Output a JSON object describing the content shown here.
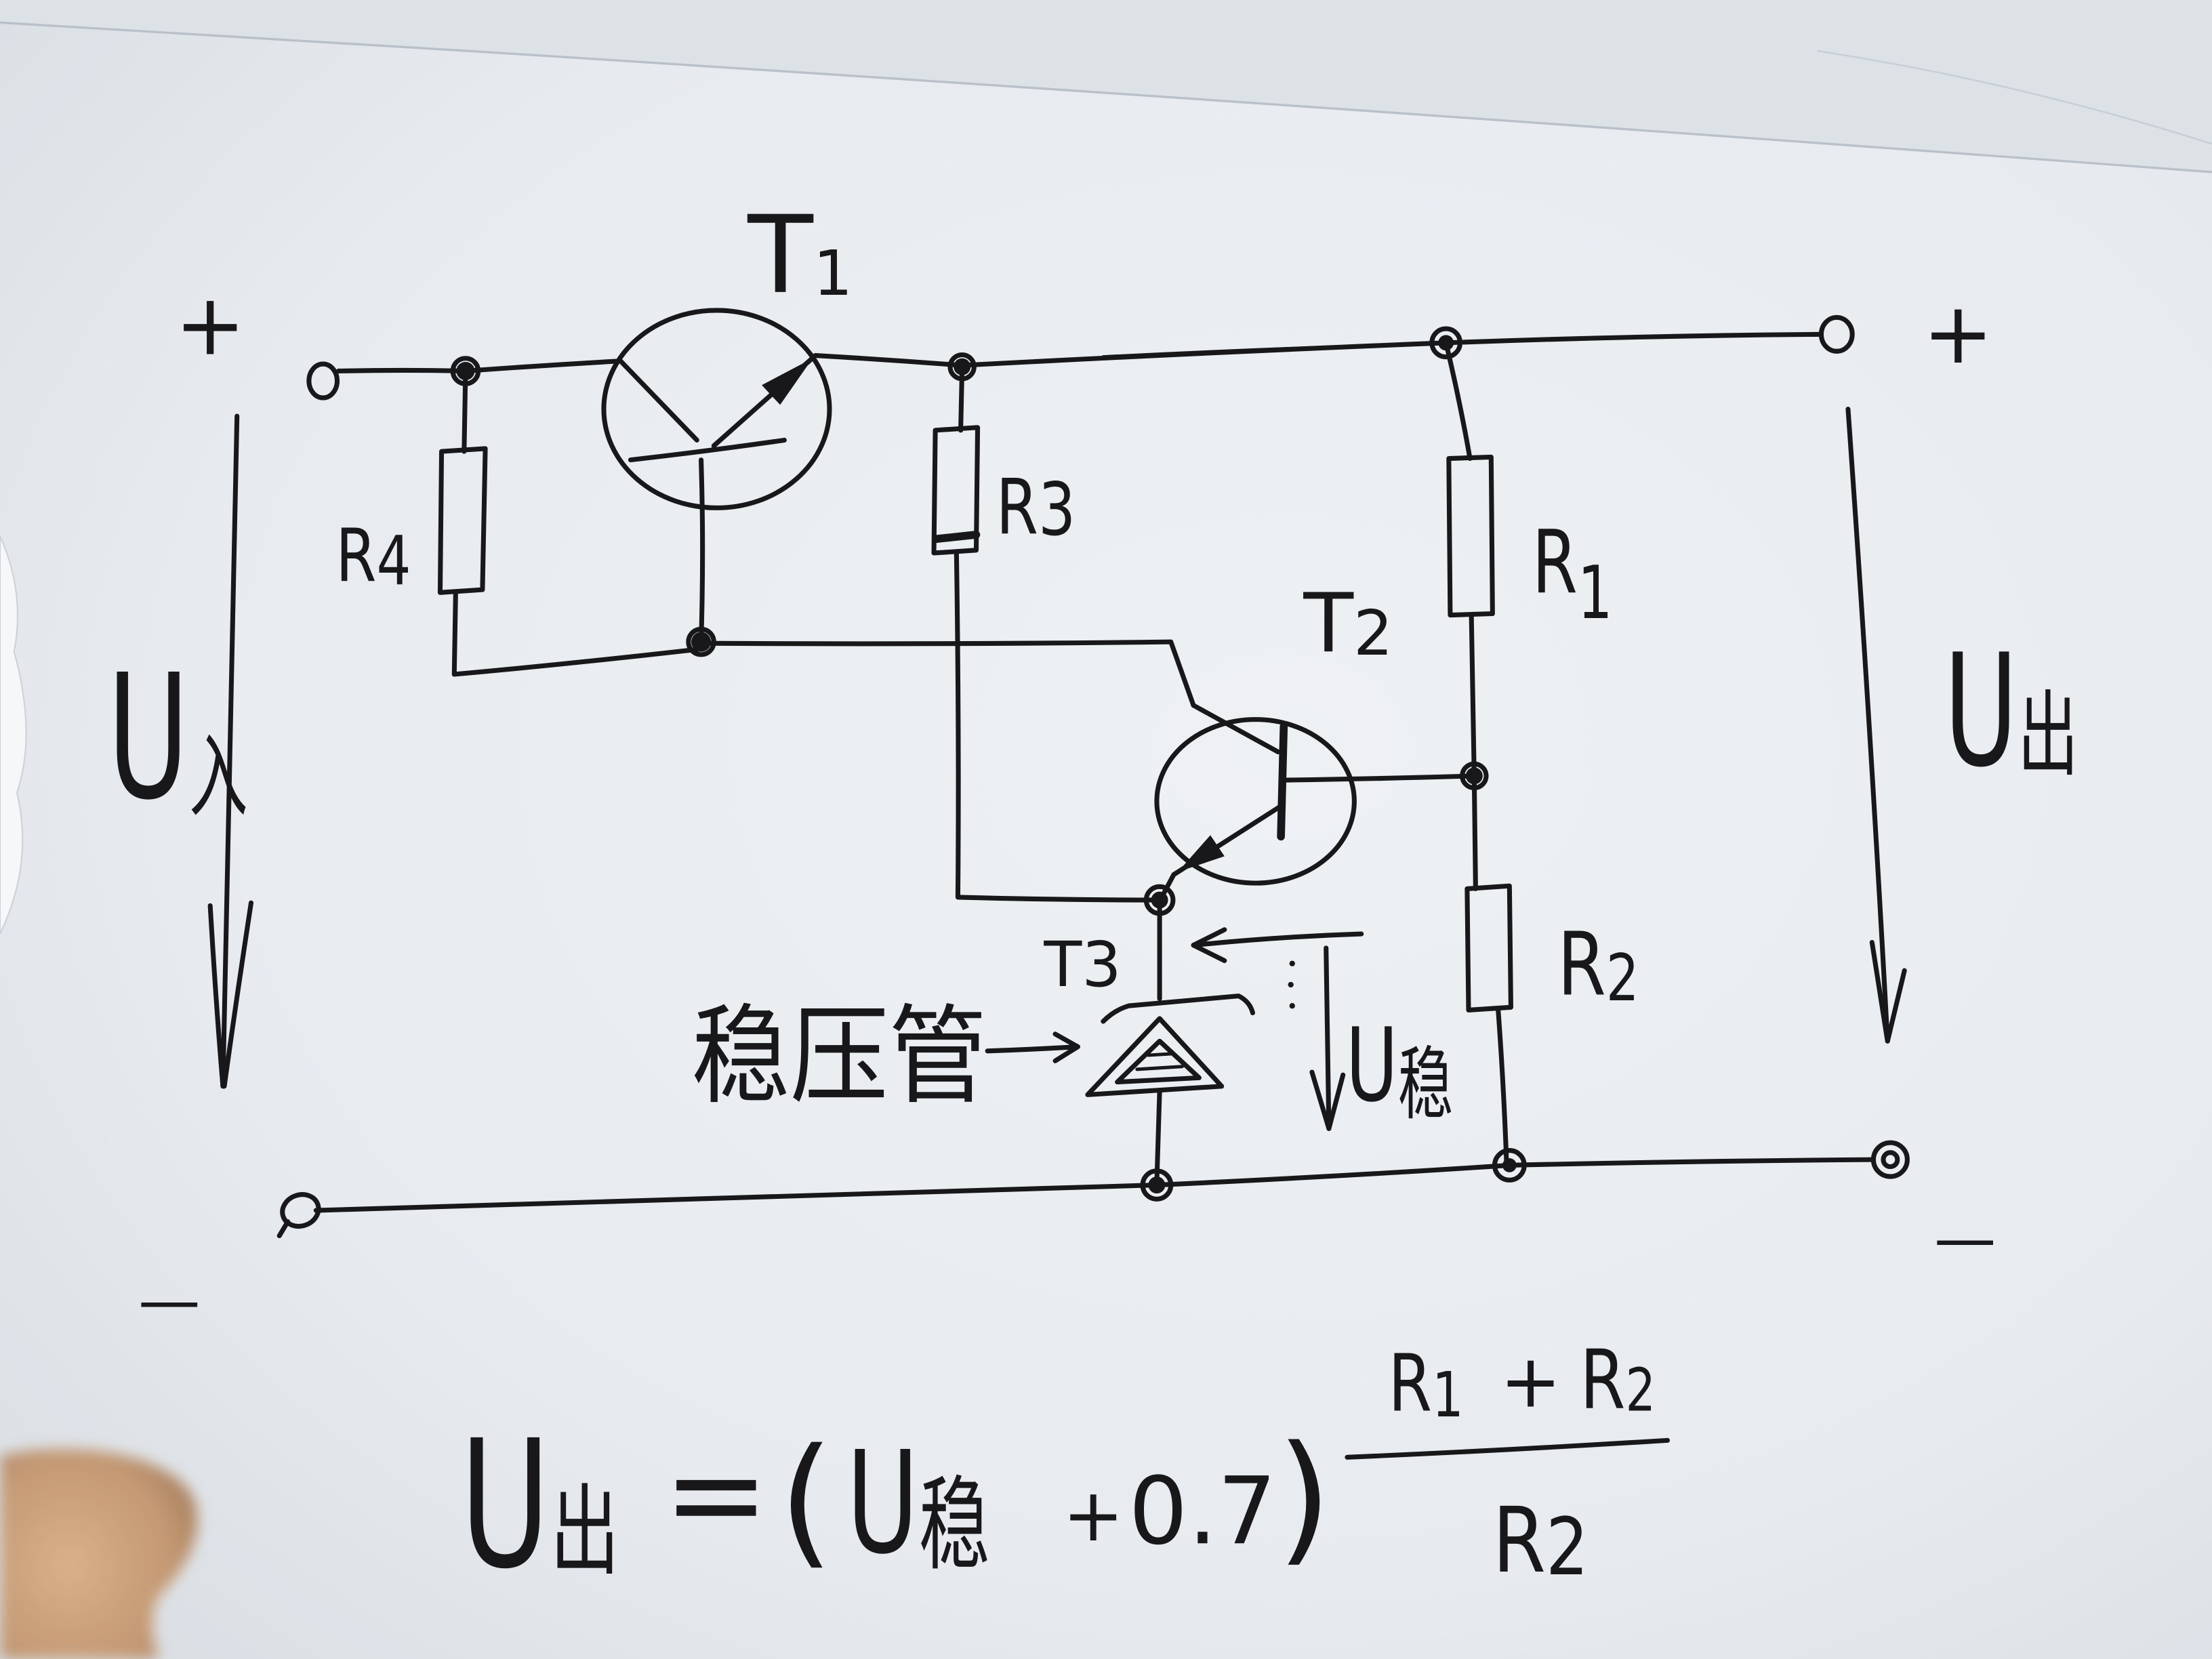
{
  "colors": {
    "ink": "#18181b",
    "paper": "#eef1f4"
  },
  "diagram": {
    "terminals": {
      "input_plus": "+",
      "input_minus": "—",
      "output_plus": "+",
      "output_minus": "—"
    },
    "components": {
      "t1": {
        "letter": "T",
        "index": "1"
      },
      "t2": {
        "letter": "T",
        "index": "2"
      },
      "t3": {
        "letter": "T",
        "index": "3"
      },
      "r1": {
        "letter": "R",
        "index": "1"
      },
      "r2": {
        "letter": "R",
        "index": "2"
      },
      "r3": {
        "letter": "R",
        "index": "3"
      },
      "r4": {
        "letter": "R",
        "index": "4"
      },
      "zener_caption": "稳压管"
    },
    "voltages": {
      "u_in": {
        "letter": "U",
        "sub": "入"
      },
      "u_out": {
        "letter": "U",
        "sub": "出"
      },
      "u_zener": {
        "letter": "U",
        "sub": "稳"
      }
    }
  },
  "formula": {
    "lhs": {
      "letter": "U",
      "sub": "出"
    },
    "equals": "=",
    "open_paren": "(",
    "term": {
      "letter": "U",
      "sub": "稳"
    },
    "plus": "+",
    "constant": "0.7",
    "close_paren": ")",
    "numerator": {
      "first": {
        "letter": "R",
        "index": "1"
      },
      "plus": "+",
      "second": {
        "letter": "R",
        "index": "2"
      }
    },
    "denominator": {
      "letter": "R",
      "index": "2"
    }
  }
}
